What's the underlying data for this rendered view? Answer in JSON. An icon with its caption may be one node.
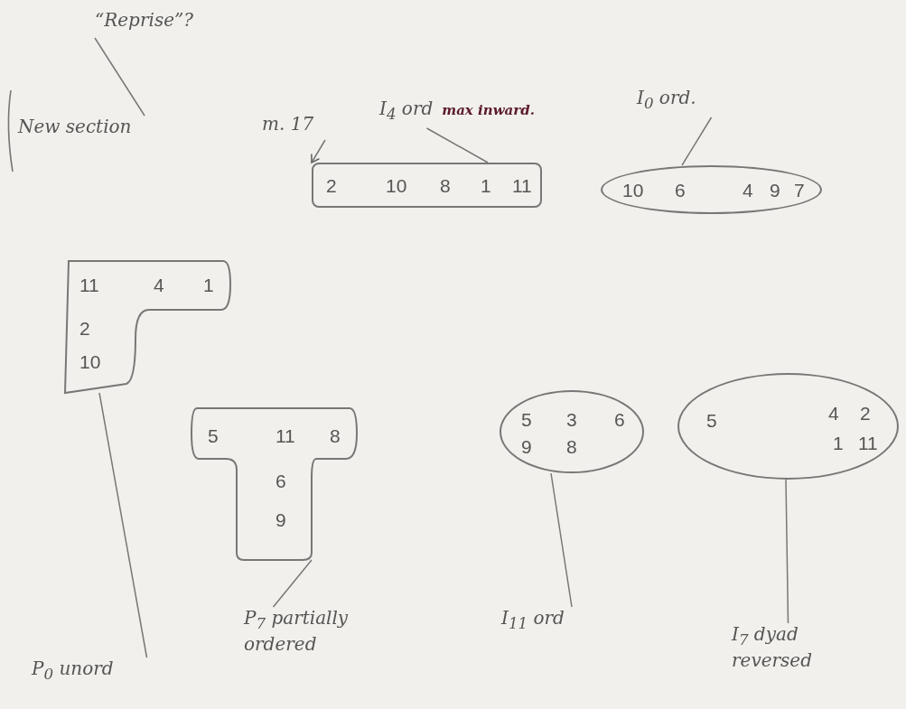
{
  "diagram": {
    "nodes": [
      {
        "text": [
          "“Reprise”?"
        ]
      },
      {
        "text": [
          "New section"
        ]
      },
      {
        "text": [
          "m. 17"
        ]
      },
      {
        "text": [
          "I$_{4}$ ord",
          "max inward."
        ]
      },
      {
        "text": [
          "I$_{0}$ ord."
        ]
      },
      {
        "text": [
          "11",
          "4",
          "1",
          "2",
          "10"
        ]
      },
      {
        "text": [
          "2",
          "10",
          "8",
          "1",
          "11"
        ]
      },
      {
        "text": [
          "10",
          "6",
          "4",
          "9",
          "7"
        ]
      },
      {
        "text": [
          "5",
          "11",
          "8",
          "6",
          "9"
        ]
      },
      {
        "text": [
          "5",
          "3",
          "6",
          "9",
          "8"
        ]
      },
      {
        "text": [
          "5",
          "4",
          "2",
          "1",
          "11"
        ]
      },
      {
        "text": [
          "P$_{0}$ unord"
        ]
      },
      {
        "text": [
          "P$_{7}$ partially ordered"
        ]
      },
      {
        "text": [
          "I$_{11}$ ord"
        ]
      },
      {
        "text": [
          "I$_{7}$ dyad reversed"
        ]
      }
    ],
    "edges": [
      {
        "from": 0,
        "to": 1,
        "arrow": "none"
      },
      {
        "from": 2,
        "to": 6,
        "arrow": "to"
      },
      {
        "from": 3,
        "to": 6,
        "arrow": "none"
      },
      {
        "from": 4,
        "to": 7,
        "arrow": "none"
      },
      {
        "from": 11,
        "to": 5,
        "arrow": "none"
      },
      {
        "from": 12,
        "to": 8,
        "arrow": "none"
      },
      {
        "from": 13,
        "to": 9,
        "arrow": "none"
      },
      {
        "from": 14,
        "to": 10,
        "arrow": "none"
      }
    ]
  }
}
